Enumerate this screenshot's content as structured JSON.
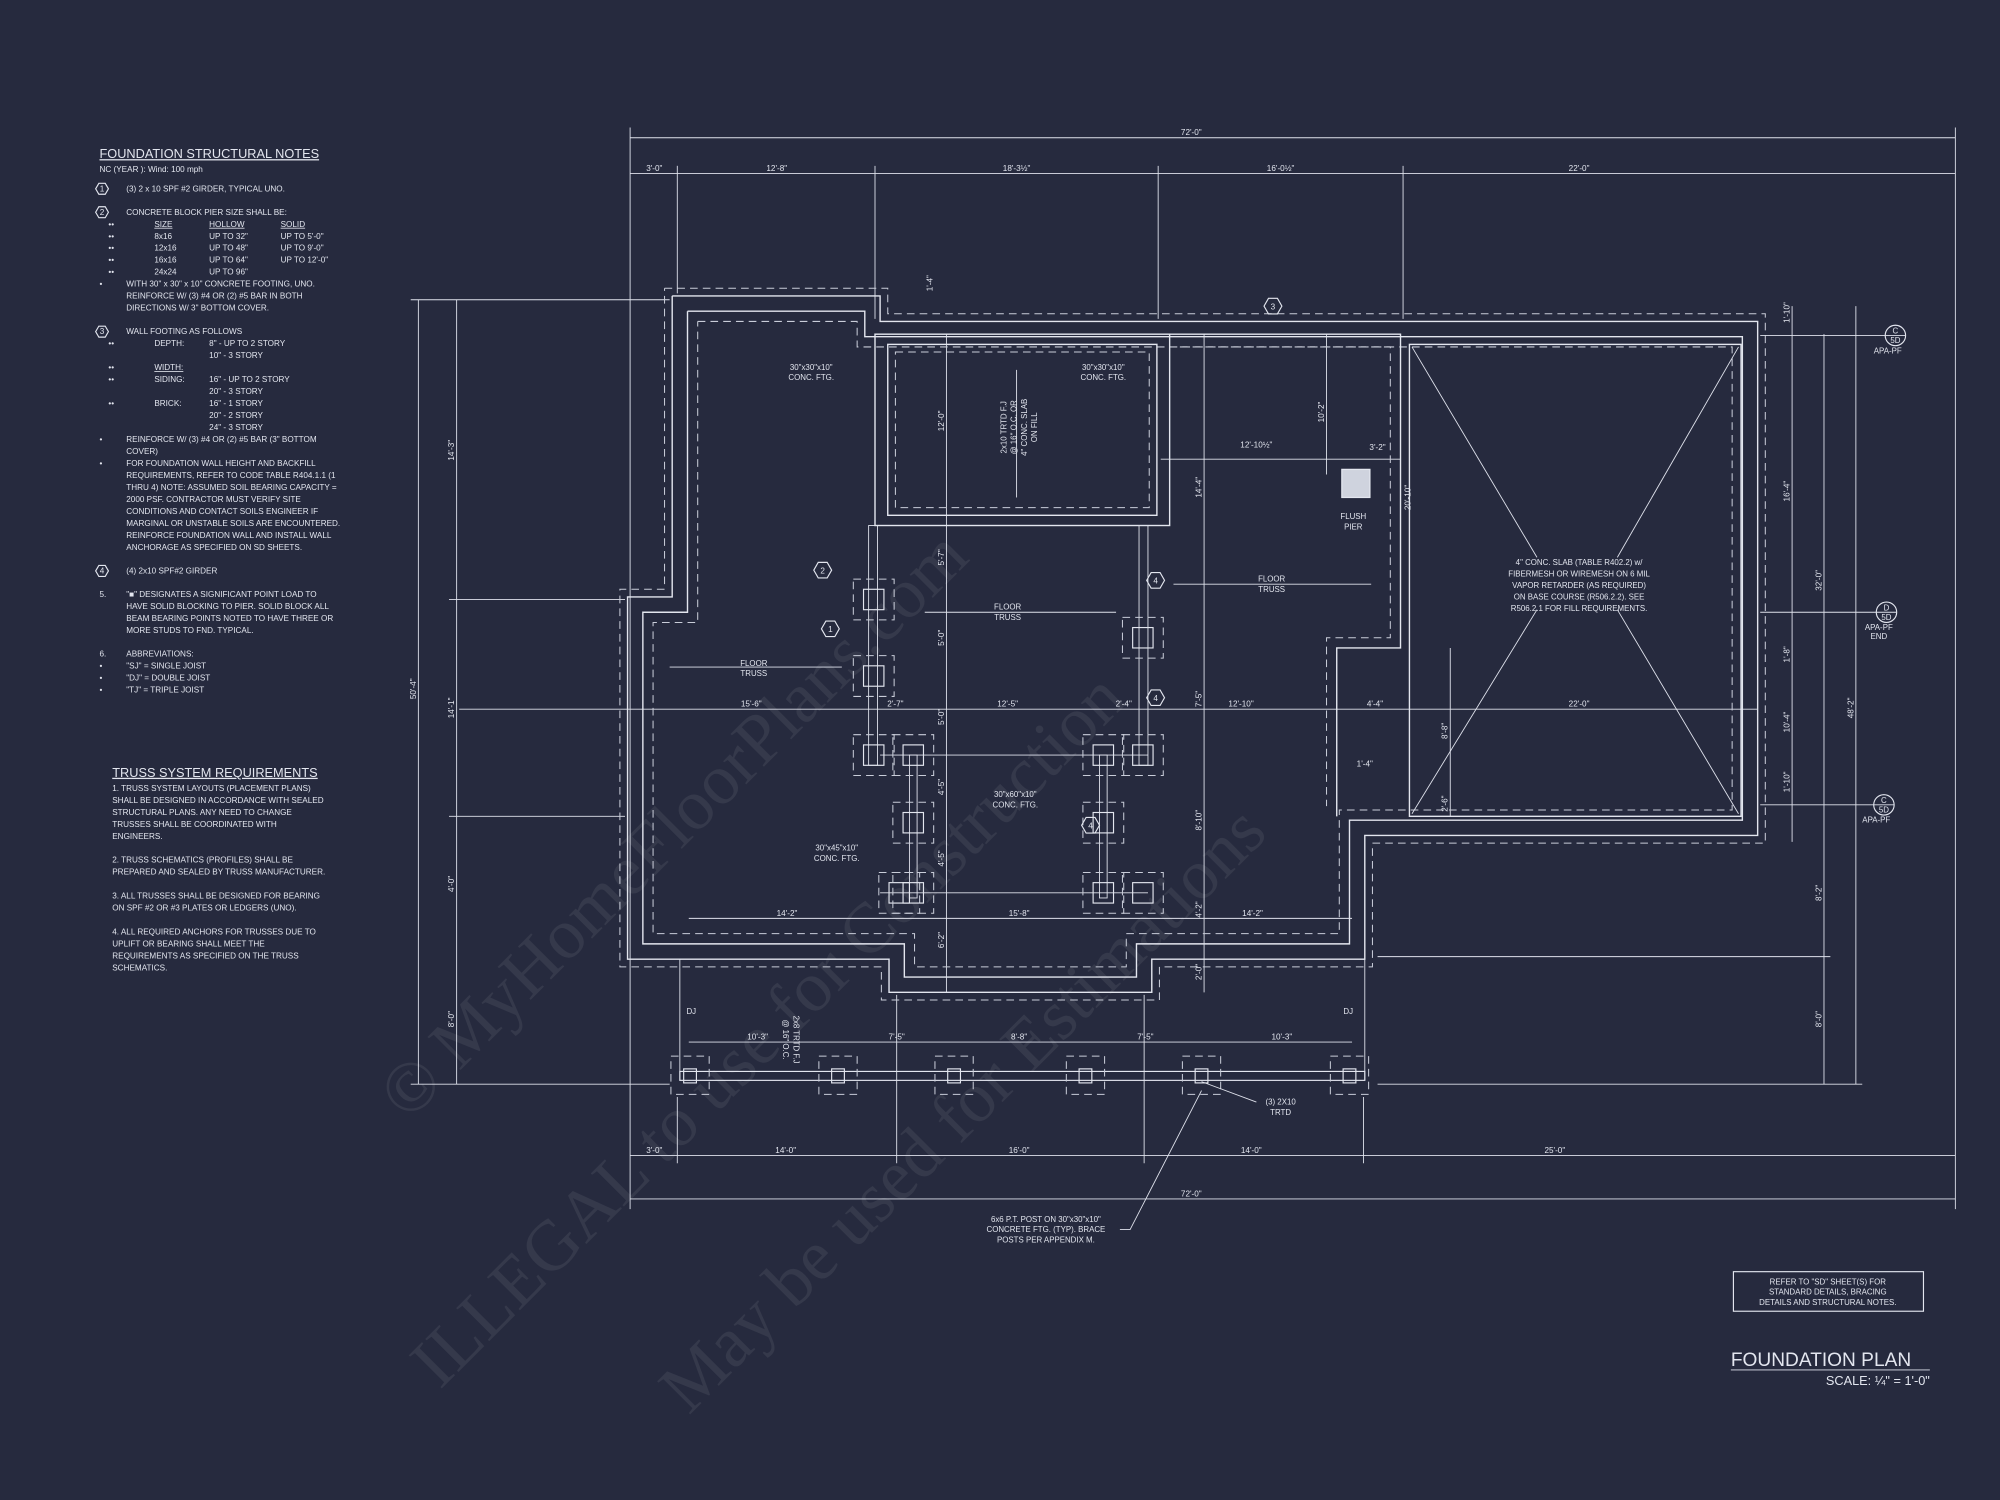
{
  "colors": {
    "background": "#262a3e",
    "linework": "#e3e6ef"
  },
  "foundation_notes": {
    "title": "FOUNDATION STRUCTURAL NOTES",
    "subtitle": "NC (YEAR ): Wind: 100 mph",
    "lines": [
      {
        "tag": "1",
        "text": "(3) 2 x 10 SPF #2 GIRDER, TYPICAL UNO."
      },
      {
        "gap": true
      },
      {
        "tag": "2",
        "text": "CONCRETE BLOCK PIER SIZE SHALL BE:"
      },
      {
        "bullet": "••",
        "cols": [
          "SIZE",
          "HOLLOW",
          "SOLID"
        ],
        "underline": true
      },
      {
        "bullet": "••",
        "cols": [
          "8x16",
          "UP TO 32\"",
          "UP TO 5'-0\""
        ]
      },
      {
        "bullet": "••",
        "cols": [
          "12x16",
          "UP TO 48\"",
          "UP TO 9'-0\""
        ]
      },
      {
        "bullet": "••",
        "cols": [
          "16x16",
          "UP TO 64\"",
          "UP TO 12'-0\""
        ]
      },
      {
        "bullet": "••",
        "cols": [
          "24x24",
          "UP TO 96\""
        ]
      },
      {
        "bullet": "•",
        "text": "WITH 30\" x 30\" x 10\" CONCRETE FOOTING, UNO."
      },
      {
        "text": "REINFORCE W/ (3) #4 OR (2) #5 BAR IN BOTH"
      },
      {
        "text": "DIRECTIONS W/ 3\" BOTTOM COVER."
      },
      {
        "gap": true
      },
      {
        "tag": "3",
        "text": "WALL FOOTING AS FOLLOWS"
      },
      {
        "bullet": "••",
        "cols": [
          "DEPTH:",
          "8\" - UP TO 2 STORY"
        ]
      },
      {
        "cols": [
          "",
          "10\" - 3 STORY"
        ]
      },
      {
        "bullet": "••",
        "cols": [
          "WIDTH:"
        ],
        "underline": true
      },
      {
        "bullet": "••",
        "cols": [
          "SIDING:",
          "16\" - UP TO 2 STORY"
        ]
      },
      {
        "cols": [
          "",
          "20\" - 3 STORY"
        ]
      },
      {
        "bullet": "••",
        "cols": [
          "BRICK:",
          "16\" - 1 STORY"
        ]
      },
      {
        "cols": [
          "",
          "20\" - 2 STORY"
        ]
      },
      {
        "cols": [
          "",
          "24\" - 3 STORY"
        ]
      },
      {
        "bullet": "•",
        "text": "REINFORCE W/ (3) #4 OR (2) #5 BAR (3\" BOTTOM"
      },
      {
        "text": "COVER)"
      },
      {
        "bullet": "•",
        "text": "FOR FOUNDATION WALL HEIGHT AND BACKFILL"
      },
      {
        "text": "REQUIREMENTS, REFER TO CODE TABLE R404.1.1 (1"
      },
      {
        "text": "THRU 4) NOTE: ASSUMED SOIL BEARING CAPACITY ="
      },
      {
        "text": "2000 PSF. CONTRACTOR MUST VERIFY SITE"
      },
      {
        "text": "CONDITIONS AND CONTACT SOILS ENGINEER IF"
      },
      {
        "text": "MARGINAL OR UNSTABLE SOILS ARE ENCOUNTERED."
      },
      {
        "text": "REINFORCE FOUNDATION WALL AND INSTALL WALL"
      },
      {
        "text": "ANCHORAGE AS SPECIFIED ON SD SHEETS."
      },
      {
        "gap": true
      },
      {
        "tag": "4",
        "text": "(4) 2x10 SPF#2 GIRDER"
      },
      {
        "gap": true
      },
      {
        "num": "5.",
        "text": "\"■\" DESIGNATES A SIGNIFICANT POINT LOAD TO"
      },
      {
        "text": "HAVE SOLID BLOCKING TO  PIER. SOLID BLOCK ALL"
      },
      {
        "text": "BEAM BEARING POINTS NOTED TO HAVE THREE OR"
      },
      {
        "text": "MORE STUDS TO FND. TYPICAL."
      },
      {
        "gap": true
      },
      {
        "num": "6.",
        "text": "ABBREVIATIONS:"
      },
      {
        "bullet": "•",
        "text": "\"SJ\" = SINGLE JOIST"
      },
      {
        "bullet": "•",
        "text": "\"DJ\" = DOUBLE JOIST"
      },
      {
        "bullet": "•",
        "text": "\"TJ\" = TRIPLE JOIST"
      }
    ]
  },
  "truss_requirements": {
    "title": "TRUSS SYSTEM REQUIREMENTS",
    "lines": [
      "1. TRUSS SYSTEM LAYOUTS (PLACEMENT PLANS)",
      "SHALL BE DESIGNED IN ACCORDANCE WITH SEALED",
      "STRUCTURAL PLANS. ANY NEED TO  CHANGE",
      "TRUSSES SHALL BE COORDINATED  WITH",
      "ENGINEERS.",
      "",
      "2. TRUSS SCHEMATICS (PROFILES) SHALL BE",
      "PREPARED AND SEALED BY TRUSS  MANUFACTURER.",
      "",
      "3. ALL TRUSSES SHALL BE DESIGNED FOR BEARING",
      "ON SPF #2 OR #3 PLATES OR LEDGERS  (UNO).",
      "",
      "4. ALL REQUIRED ANCHORS FOR TRUSSES DUE TO",
      "UPLIFT OR BEARING SHALL MEET THE",
      "REQUIREMENTS AS SPECIFIED ON THE TRUSS",
      "SCHEMATICS."
    ]
  },
  "dimensions": {
    "top_overall": "72'-0\"",
    "top": [
      "3'-0\"",
      "12'-8\"",
      "18'-3½\"",
      "16'-0½\"",
      "22'-0\""
    ],
    "bottom": [
      "3'-0\"",
      "14'-0\"",
      "16'-0\"",
      "14'-0\"",
      "25'-0\""
    ],
    "bottom_overall": "72'-0\"",
    "mid_row": [
      "15'-6\"",
      "2'-7\"",
      "12'-5\"",
      "2'-4\"",
      "12'-10\"",
      "4'-4\"",
      "22'-0\""
    ],
    "lower_row": [
      "14'-2\"",
      "15'-8\"",
      "14'-2\""
    ],
    "porch_row": [
      "10'-3\"",
      "7'-5\"",
      "8'-8\"",
      "7'-5\"",
      "10'-3\""
    ],
    "left": [
      "14'-3\"",
      "14'-1\"",
      "4'-0\"",
      "8'-0\""
    ],
    "left_overall": "50'-4\"",
    "right": [
      "1'-10\"",
      "16'-4\"",
      "1'-8\"",
      "10'-4\"",
      "1'-10\"",
      "8'-2\"",
      "8'-0\""
    ],
    "right_mid": "32'-0\"",
    "right_overall": "48'-2\"",
    "interior": [
      "1'-4\"",
      "12'-0\"",
      "5'-7\"",
      "5'-0\"",
      "5'-0\"",
      "4'-5\"",
      "4'-5\"",
      "6'-2\"",
      "10'-2\"",
      "20'-10\"",
      "14'-4\"",
      "7'-5\"",
      "8'-10\"",
      "4'-2\"",
      "2'-0\"",
      "8'-8\"",
      "2'-6\"",
      "12'-10½\"",
      "3'-2\"",
      "1'-4\""
    ]
  },
  "labels": {
    "ftg_30x30": [
      "30\"x30\"x10\"",
      "CONC. FTG."
    ],
    "ftg_30x60": [
      "30\"x60\"x10\"",
      "CONC. FTG."
    ],
    "ftg_30x45": [
      "30\"x45\"x10\"",
      "CONC. FTG."
    ],
    "floor_truss": [
      "FLOOR",
      "TRUSS"
    ],
    "joist_note": [
      "2x10 TRTD F.J",
      "@ 16\" O.C. OR",
      "4\" CONC. SLAB",
      "ON FILL"
    ],
    "porch_joist": [
      "2x8 TRTD F.J",
      "@ 16\" O.C."
    ],
    "flush_pier": [
      "FLUSH",
      "PIER"
    ],
    "dj": "DJ",
    "girder_2x10": [
      "(3) 2X10",
      "TRTD"
    ],
    "post_note": [
      "6x6 P.T. POST ON 30\"x30\"x10\"",
      "CONCRETE FTG. (TYP). BRACE",
      "POSTS PER APPENDIX M."
    ],
    "slab_note": [
      "4\" CONC. SLAB (TABLE R402.2) w/",
      "FIBERMESH OR WIREMESH ON 6 MIL",
      "VAPOR RETARDER (AS REQUIRED)",
      "ON BASE COURSE (R506.2.2). SEE",
      "R506.2.1 FOR FILL REQUIREMENTS."
    ],
    "tags": [
      "3",
      "2",
      "1",
      "4",
      "4",
      "4"
    ]
  },
  "section_markers": [
    {
      "letter": "C",
      "sheet": "5D",
      "label": "APA-PF"
    },
    {
      "letter": "D",
      "sheet": "5D",
      "label": "APA-PF",
      "label2": "END"
    },
    {
      "letter": "C",
      "sheet": "5D",
      "label": "APA-PF"
    }
  ],
  "refer_box": [
    "REFER TO \"SD\"  SHEET(S) FOR",
    "STANDARD DETAILS, BRACING",
    "DETAILS AND STRUCTURAL NOTES."
  ],
  "title_block": {
    "title": "FOUNDATION PLAN",
    "scale": "SCALE: ¼\" = 1'-0\""
  },
  "watermark": [
    "© MyHomeFloorPlans.com",
    "ILLEGAL to use for Construction",
    "May be used for Estimations"
  ]
}
